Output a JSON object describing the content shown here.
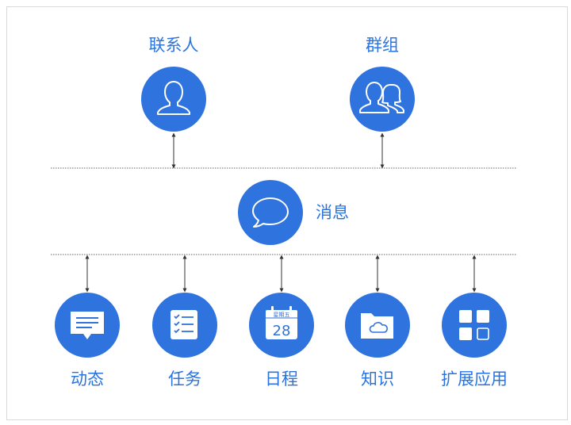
{
  "top_nodes": [
    {
      "label": "联系人",
      "icon": "person-icon"
    },
    {
      "label": "群组",
      "icon": "group-icon"
    }
  ],
  "center_node": {
    "label": "消息",
    "icon": "chat-bubble-icon"
  },
  "bottom_nodes": [
    {
      "label": "动态",
      "icon": "feed-message-icon"
    },
    {
      "label": "任务",
      "icon": "checklist-icon"
    },
    {
      "label": "日程",
      "icon": "calendar-icon",
      "calendar_weekday": "星期五",
      "calendar_day": "28"
    },
    {
      "label": "知识",
      "icon": "cloud-folder-icon"
    },
    {
      "label": "扩展应用",
      "icon": "apps-grid-icon"
    }
  ],
  "colors": {
    "accent": "#2f73df",
    "label": "#2b74e0",
    "line": "#555555",
    "frame": "#d9d9d9"
  }
}
